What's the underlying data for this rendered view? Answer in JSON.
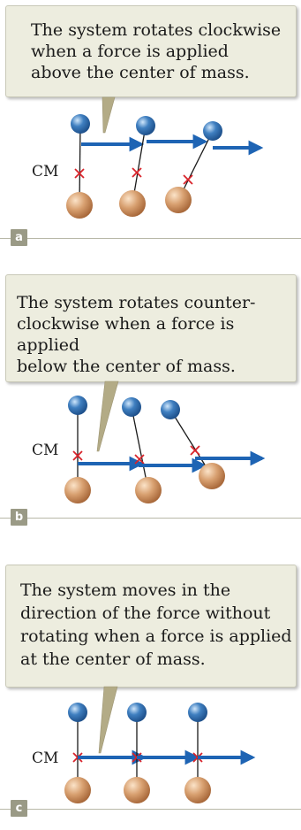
{
  "panels": [
    {
      "id": "a",
      "label": "a",
      "caption": "The system rotates clockwise\nwhen a force is applied\nabove the center of mass.",
      "force_position": "above",
      "cm_label": "CM"
    },
    {
      "id": "b",
      "label": "b",
      "caption": "The system rotates counter-\nclockwise when a force is applied\nbelow the center of mass.",
      "force_position": "below",
      "cm_label": "CM"
    },
    {
      "id": "c",
      "label": "c",
      "caption": "The system moves in the\ndirection of the force without\nrotating when a force is applied\nat the center of mass.",
      "force_position": "at-center",
      "cm_label": "CM"
    }
  ],
  "colors": {
    "small_ball": "#3f7fc0",
    "large_ball": "#d8a070",
    "force_arrow": "#1e64b4",
    "cm_marker": "#d8232a",
    "callout_fill": "#ededdf",
    "pointer": "#b3ab86",
    "tag_fill": "#9a9a86",
    "divider": "#b8b8a8"
  }
}
